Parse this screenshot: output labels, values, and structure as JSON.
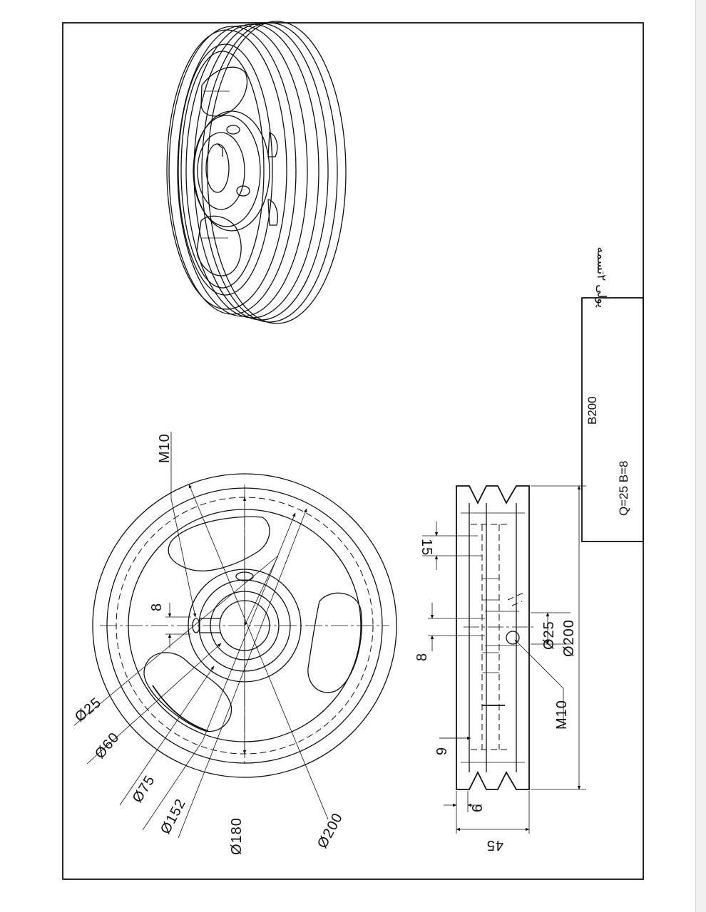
{
  "drawing": {
    "front_view": {
      "dimensions": [
        "Ø25",
        "Ø60",
        "Ø75",
        "Ø152",
        "Ø180",
        "Ø200",
        "8",
        "M10"
      ]
    },
    "side_view": {
      "dimensions": [
        "15",
        "Ø25",
        "Ø200",
        "8",
        "M10",
        "9",
        "6",
        "45"
      ]
    },
    "title_block": {
      "part_name": "پولی ۲تسمه",
      "code": "B200",
      "params": "Q=25  B=8"
    }
  }
}
